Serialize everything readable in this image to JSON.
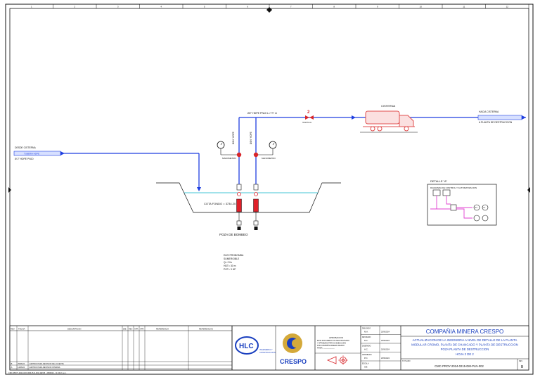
{
  "colors": {
    "pipe_blue": "#1f3fe0",
    "valve_red": "#d8262b",
    "pump_red": "#e0202a",
    "water_cyan": "#43c6d6",
    "signal_magenta": "#e040d0",
    "title_blue": "#1a3fbf",
    "truck_red": "#e05050",
    "frame": "#111111"
  },
  "drawing": {
    "intake_label_1": "DESDE CISTERNA",
    "intake_label_2": "TUBERIA HDPE",
    "intake_label_3": "Ø 2\" HDPE PN10",
    "main_pipe_label": "Ø2\" HDPE PN10 L=??? m",
    "valve_tag": "2",
    "valve_label": "VALVULA",
    "truck_label": "CISTERNA",
    "outlet_label_1": "HACIA CISTERNA",
    "outlet_label_2": "A PLANTA DE DESTRUCCION",
    "riser_left_label": "Ø1½\" HDPE",
    "riser_right_label": "Ø1½\" HDPE",
    "gauge_left_label": "MANOMETRO",
    "gauge_right_label": "MANOMETRO",
    "sump_label": "COTA FONDO = 3734.20 m",
    "pumps_label": "POZA DE BOMBEO",
    "note_lines": [
      "ELECTROBOMBA",
      "SUMERGIBLE",
      "Q= 2 l/s",
      "HDT= 30 m",
      "POT= 3 HP"
    ],
    "detail_title": "DETALLE \"A\"",
    "detail_subtitle": "DIAGRAMA DE CONTROL Y AUTOMATIZACION",
    "detail_tag_1": "PT",
    "detail_tag_2": "LT",
    "zone_marks": [
      "1",
      "2",
      "3",
      "4",
      "5",
      "6",
      "7",
      "8",
      "9",
      "10",
      "11",
      "12"
    ]
  },
  "title_block": {
    "revision_headers": [
      "REV.",
      "FECHA",
      "DESCRIPCION",
      "DIB.",
      "REV.",
      "APR.",
      "APR.",
      "REFERENCIA",
      "REFERENCIAS"
    ],
    "revision_rows": [
      [
        "B",
        "25/06/24",
        "EMITIDO PARA REVISION DEL CLIENTE",
        "",
        "",
        "",
        "",
        "",
        ""
      ],
      [
        "A",
        "14/06/24",
        "EMITIDO PARA REVISION INTERNA",
        "",
        "",
        "",
        "",
        "",
        ""
      ]
    ],
    "footer_file": "CMC-PROY-2024-0215-DM-PLN-002_REV.B - 25/06/24 - 11:34:21 a.m.",
    "hlc_logo": "HLC",
    "hlc_caption_1": "INGENIERIA Y",
    "hlc_caption_2": "CONSTRUCCION",
    "crespo_logo": "CRESPO",
    "approval_title": "APROBACION",
    "approval_lines": [
      "ESTE DOCUMENTO HA SIDO REVISADO",
      "Y APROBADO PARA SU EJECUCION",
      "POR COMPAÑIA MINERA CRESPO",
      "FIRMA: ____________"
    ],
    "sign_labels": [
      "DIBUJADO",
      "REVISADO",
      "DISEÑADO",
      "APROBADO",
      "ESCALA"
    ],
    "sign_names": [
      "M.A.",
      "R.C.",
      "H.C.",
      "P.O.",
      "S/E"
    ],
    "sign_dates": [
      "25/06/2024",
      "25/06/2024",
      "25/06/2024",
      "25/06/2024",
      ""
    ],
    "company": "COMPAÑIA MINERA CRESPO",
    "project_lines": [
      "ACTUALIZACION DE LA INGENIERIA A NIVEL DE DETALLE DE LA PLANTA",
      "MODULAR CROMO, PLANTA DE CHANCADO Y PLANTA DE DESTRUCCION",
      "POZA PLANTA DE DESTRUCCION",
      "HOJA 2 DE 2"
    ],
    "drawing_number_label": "N° PLANO",
    "drawing_number": "CMC-PROY-2024-0215-DM-PLN-002",
    "rev_label": "REV.",
    "rev_value": "B"
  }
}
